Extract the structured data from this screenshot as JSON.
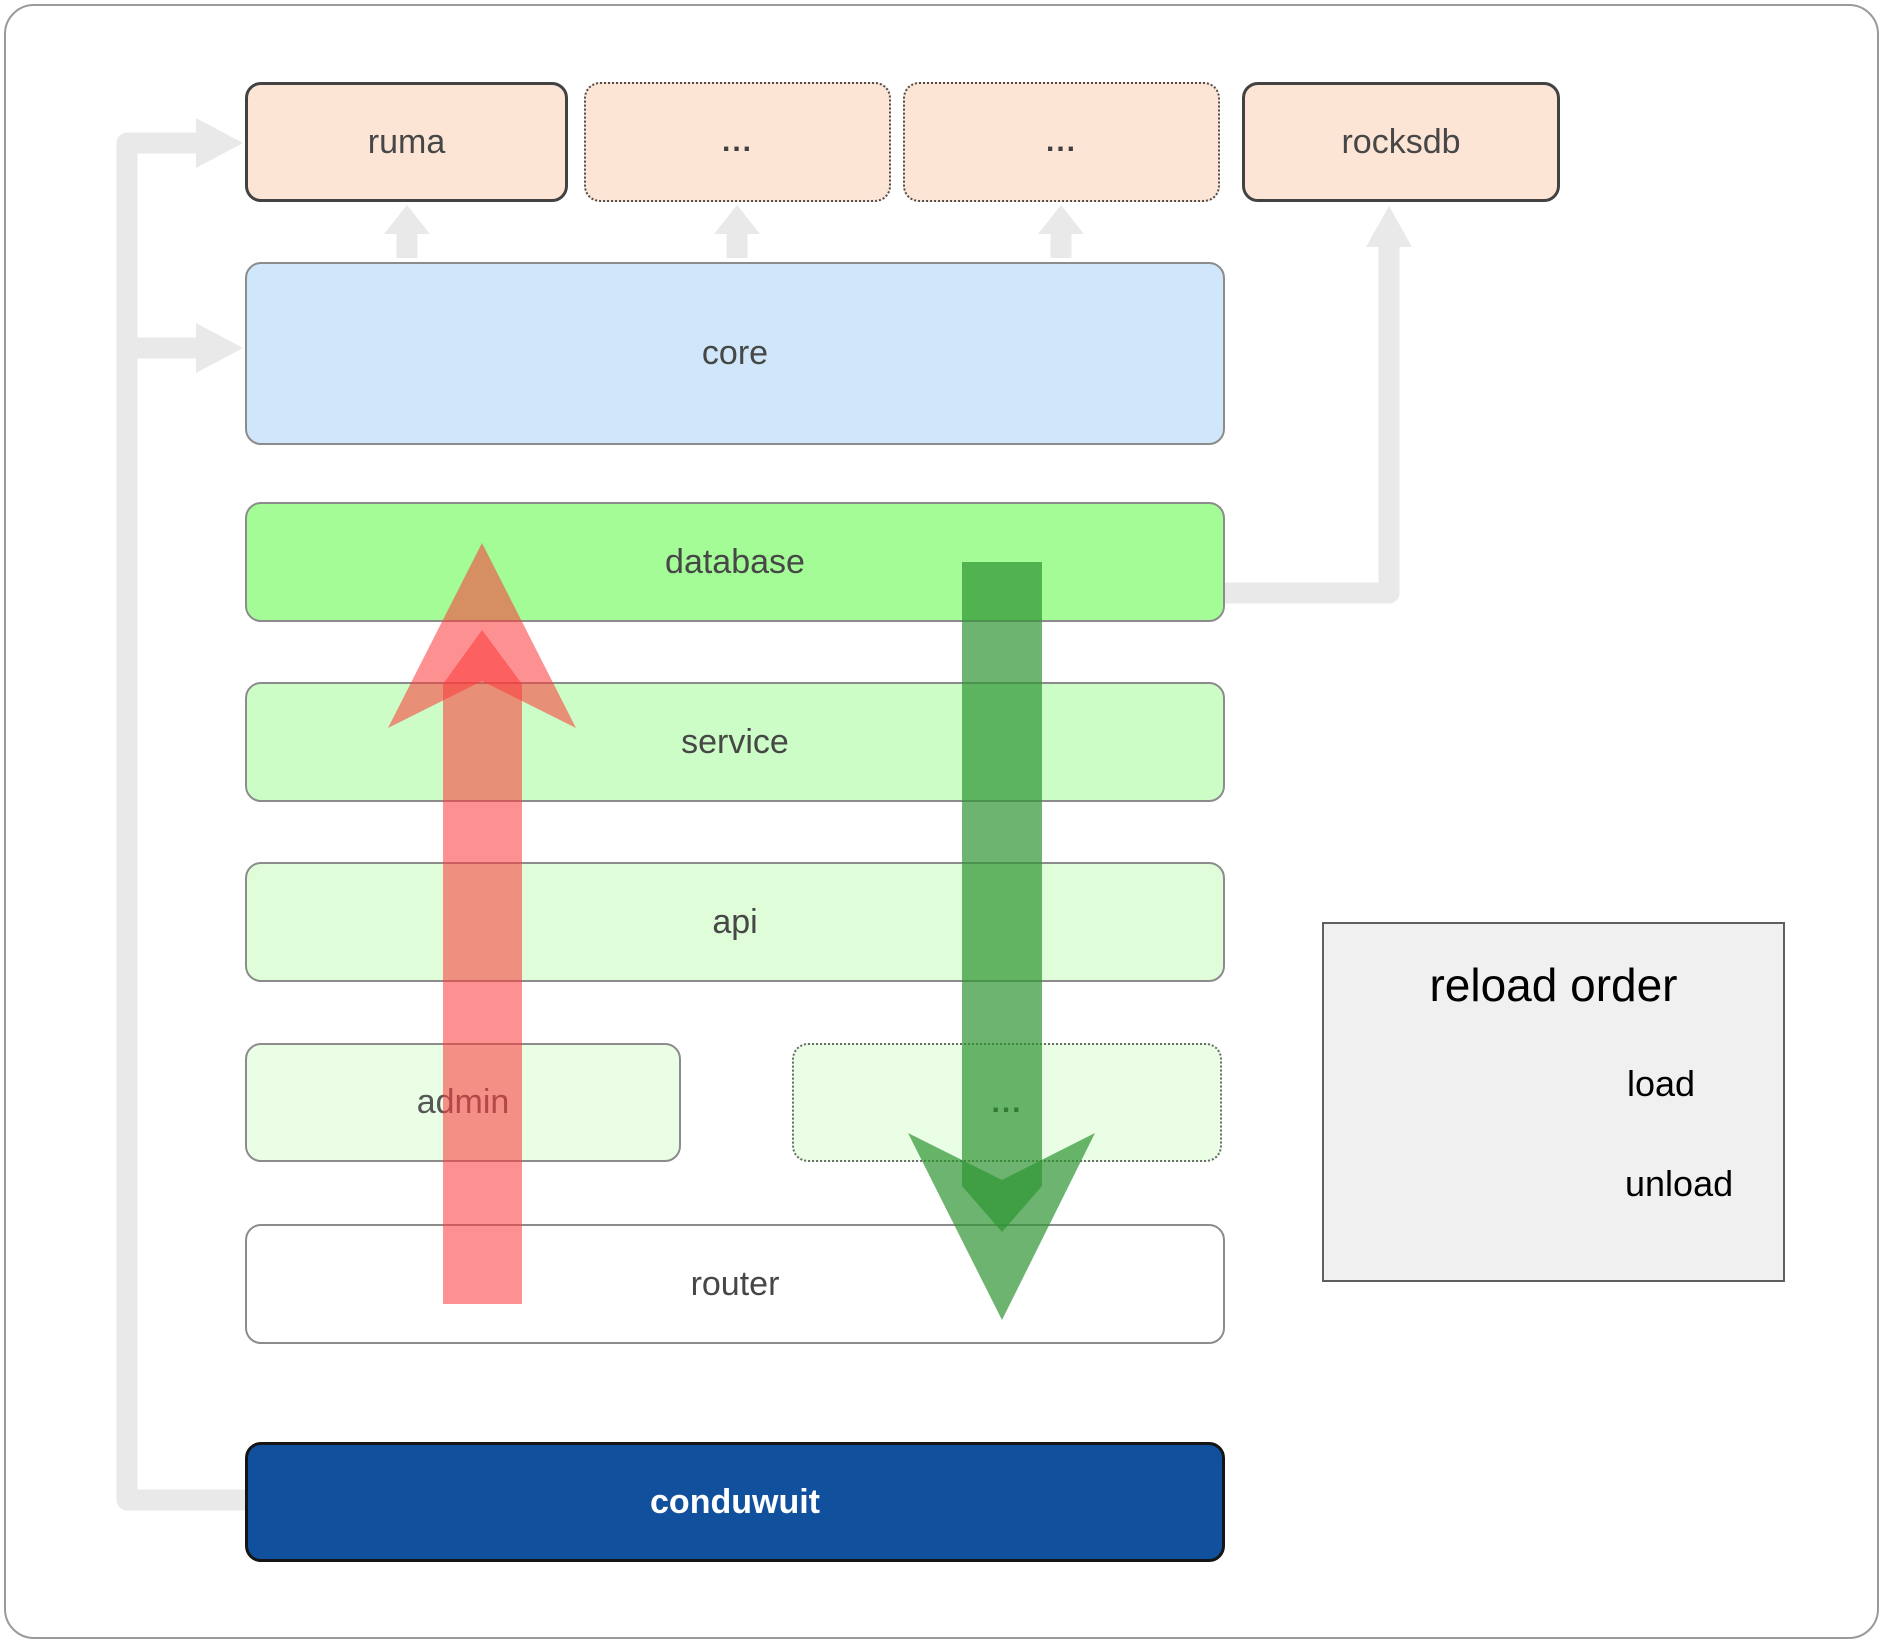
{
  "diagram": {
    "top_row": [
      {
        "label": "ruma",
        "border": "solid"
      },
      {
        "label": "...",
        "border": "dotted"
      },
      {
        "label": "...",
        "border": "dotted"
      },
      {
        "label": "rocksdb",
        "border": "solid"
      }
    ],
    "layers": [
      {
        "label": "core"
      },
      {
        "label": "database"
      },
      {
        "label": "service"
      },
      {
        "label": "api"
      }
    ],
    "admin_row": [
      {
        "label": "admin",
        "border": "solid"
      },
      {
        "label": "...",
        "border": "dotted"
      }
    ],
    "router": {
      "label": "router"
    },
    "app": {
      "label": "conduwuit"
    }
  },
  "legend": {
    "title": "reload order",
    "items": [
      {
        "label": "load",
        "color": "#2d9432"
      },
      {
        "label": "unload",
        "color": "#fb3c3c"
      }
    ]
  },
  "colors": {
    "peach_box": "#fde5d6",
    "core_box": "#d0e6fa",
    "database_box": "#a3fc96",
    "service_box": "#cdfdc6",
    "api_box": "#defdd8",
    "admin_box": "#eafde5",
    "conduwuit_box": "#10509d",
    "load_arrow": "#2d9432",
    "unload_arrow": "#fb3c3c",
    "connector": "#e9e9e9"
  }
}
